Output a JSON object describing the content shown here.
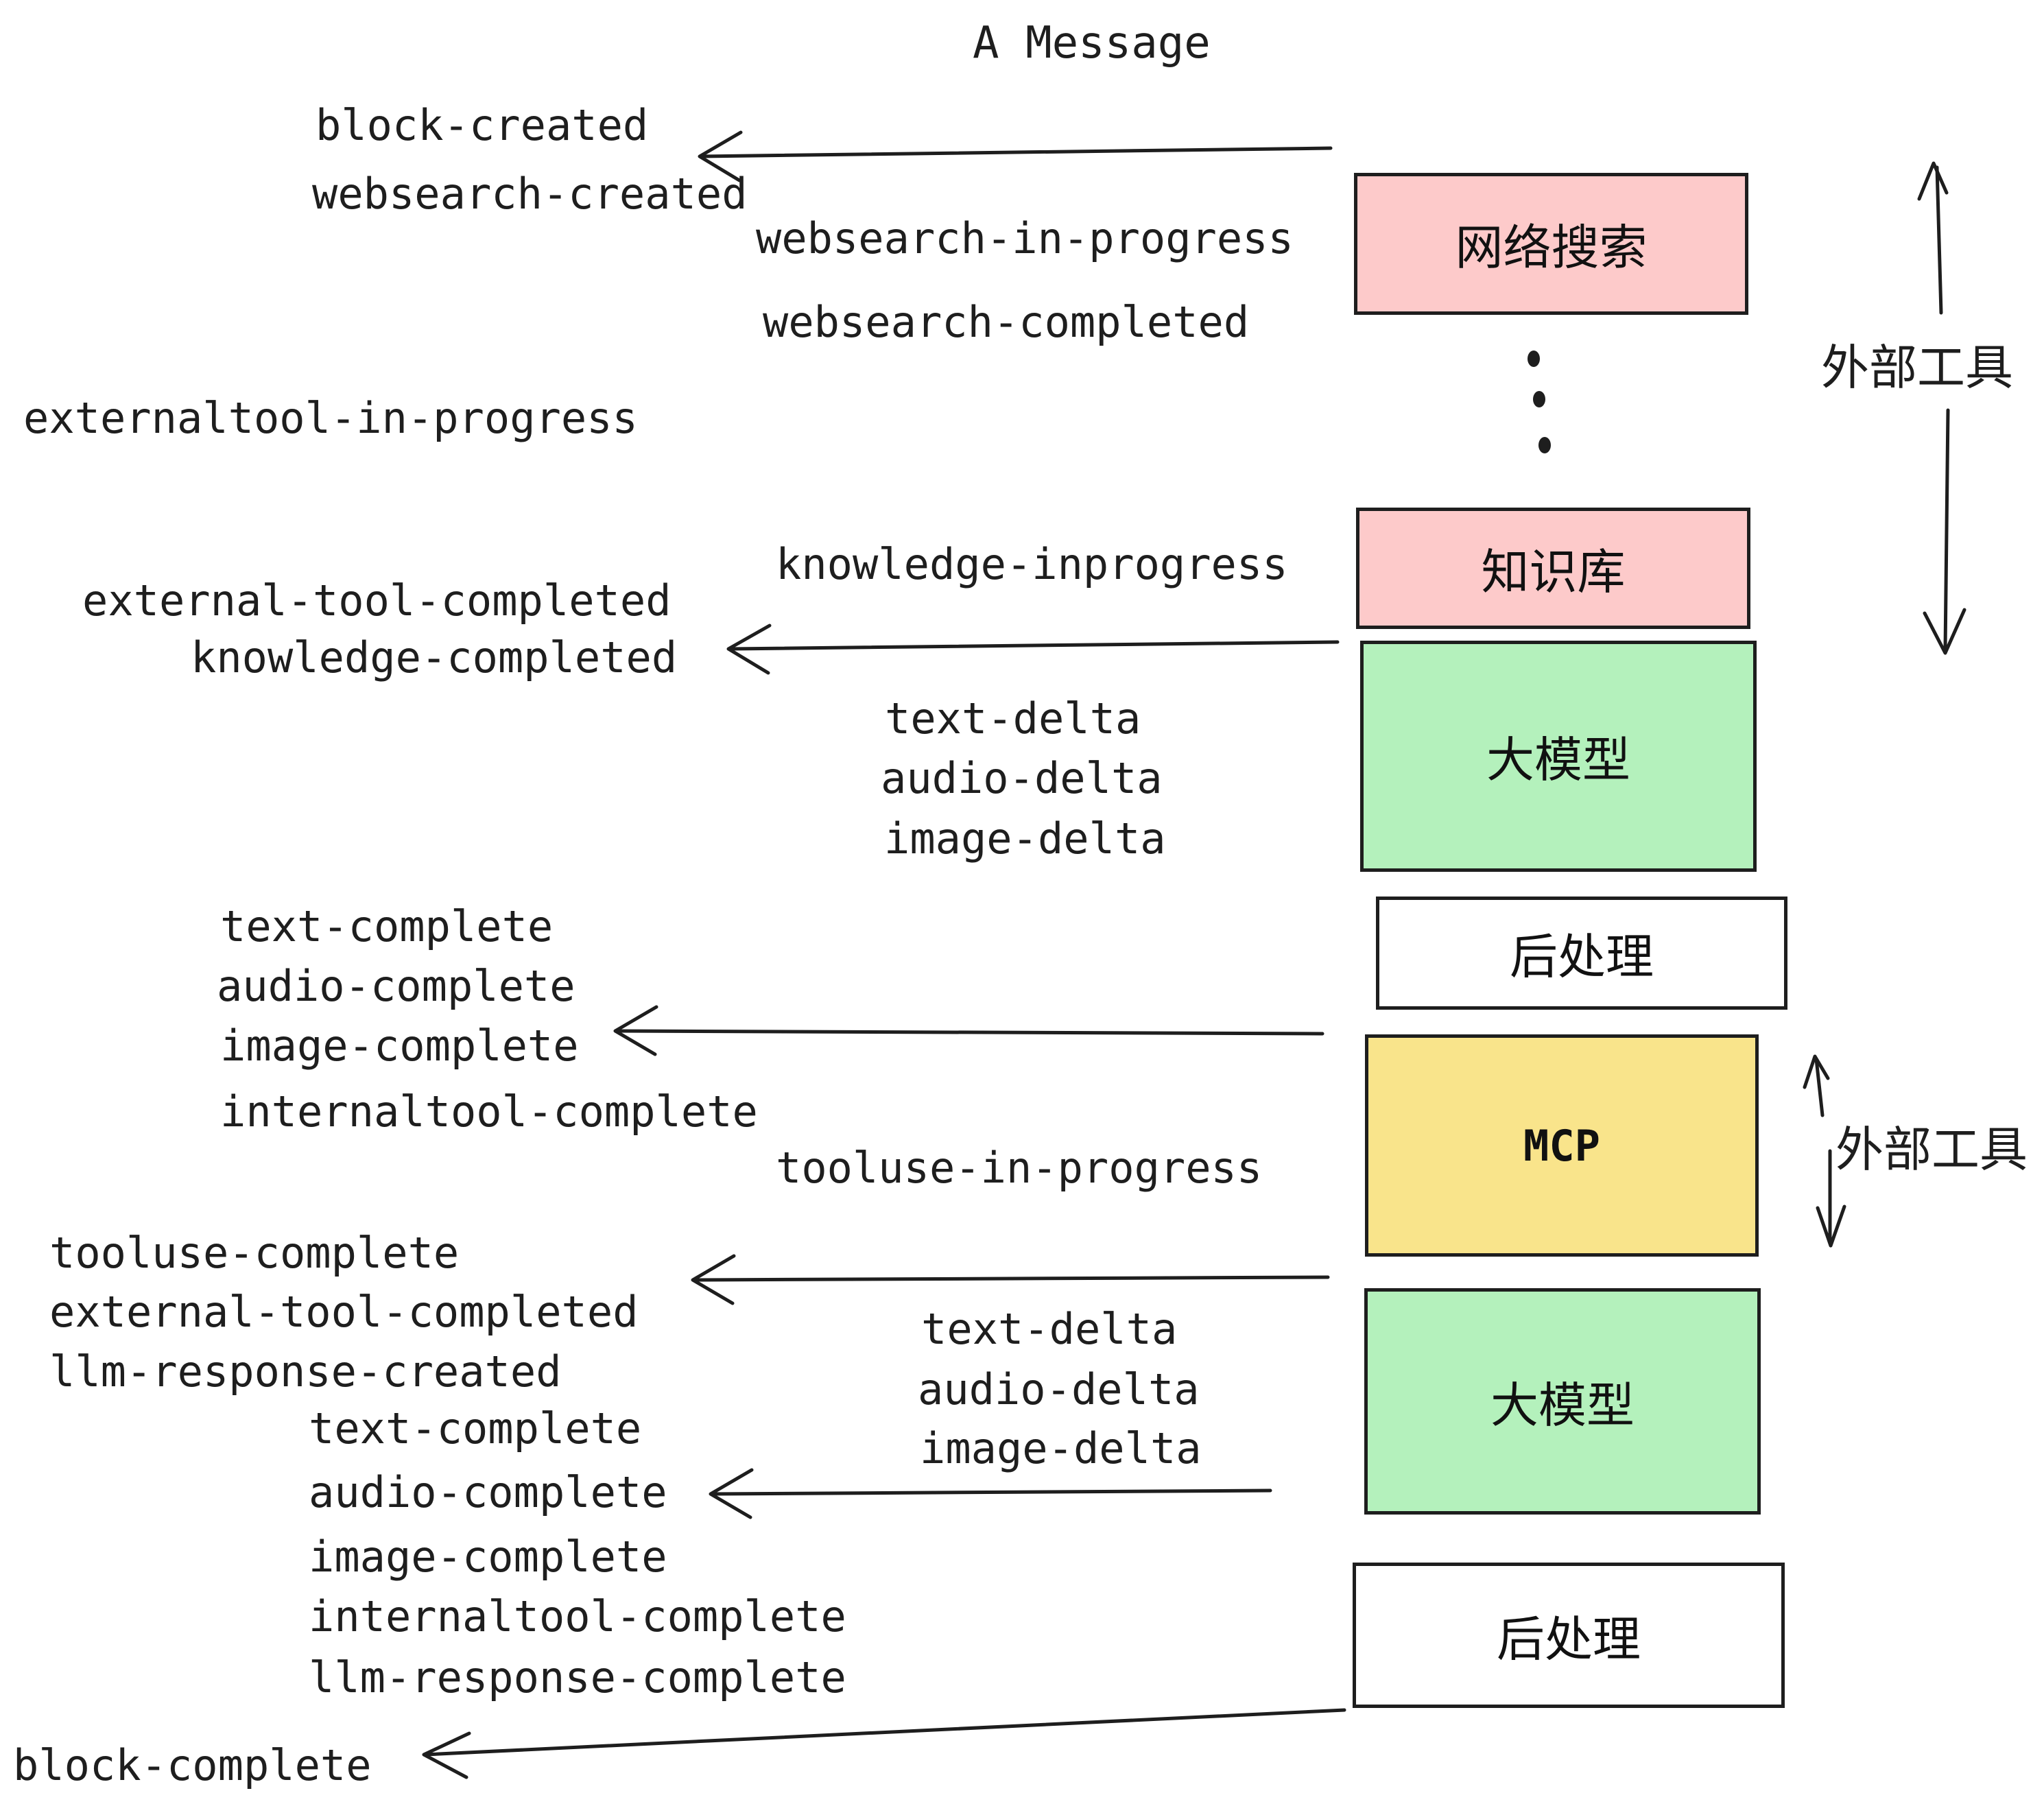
{
  "title": "A Message",
  "boxes": [
    {
      "id": "websearch",
      "label": "网络搜索"
    },
    {
      "id": "knowledge",
      "label": "知识库"
    },
    {
      "id": "llm1",
      "label": "大模型"
    },
    {
      "id": "post1",
      "label": "后处理"
    },
    {
      "id": "mcp",
      "label": "MCP"
    },
    {
      "id": "llm2",
      "label": "大模型"
    },
    {
      "id": "post2",
      "label": "后处理"
    }
  ],
  "events": {
    "left": [
      {
        "text": "block-created"
      },
      {
        "text": "websearch-created"
      },
      {
        "text": "externaltool-in-progress"
      },
      {
        "text": "external-tool-completed"
      },
      {
        "text": "knowledge-completed"
      },
      {
        "text": "text-complete"
      },
      {
        "text": "audio-complete"
      },
      {
        "text": "image-complete"
      },
      {
        "text": "internaltool-complete"
      },
      {
        "text": "tooluse-complete"
      },
      {
        "text": "external-tool-completed"
      },
      {
        "text": "llm-response-created"
      },
      {
        "text": "text-complete"
      },
      {
        "text": "audio-complete"
      },
      {
        "text": "image-complete"
      },
      {
        "text": "internaltool-complete"
      },
      {
        "text": "llm-response-complete"
      },
      {
        "text": "block-complete"
      }
    ],
    "middle": [
      {
        "text": "websearch-in-progress"
      },
      {
        "text": "websearch-completed"
      },
      {
        "text": "knowledge-inprogress"
      },
      {
        "text": "text-delta"
      },
      {
        "text": "audio-delta"
      },
      {
        "text": "image-delta"
      },
      {
        "text": "tooluse-in-progress"
      },
      {
        "text": "text-delta"
      },
      {
        "text": "audio-delta"
      },
      {
        "text": "image-delta"
      }
    ]
  },
  "side_labels": {
    "top": "外部工具",
    "bottom": "外部工具"
  },
  "palette": {
    "pink": "#fdcaca",
    "green": "#b4f1bc",
    "yellow": "#f9e48b",
    "white": "#ffffff",
    "line": "#1e1e1e"
  }
}
